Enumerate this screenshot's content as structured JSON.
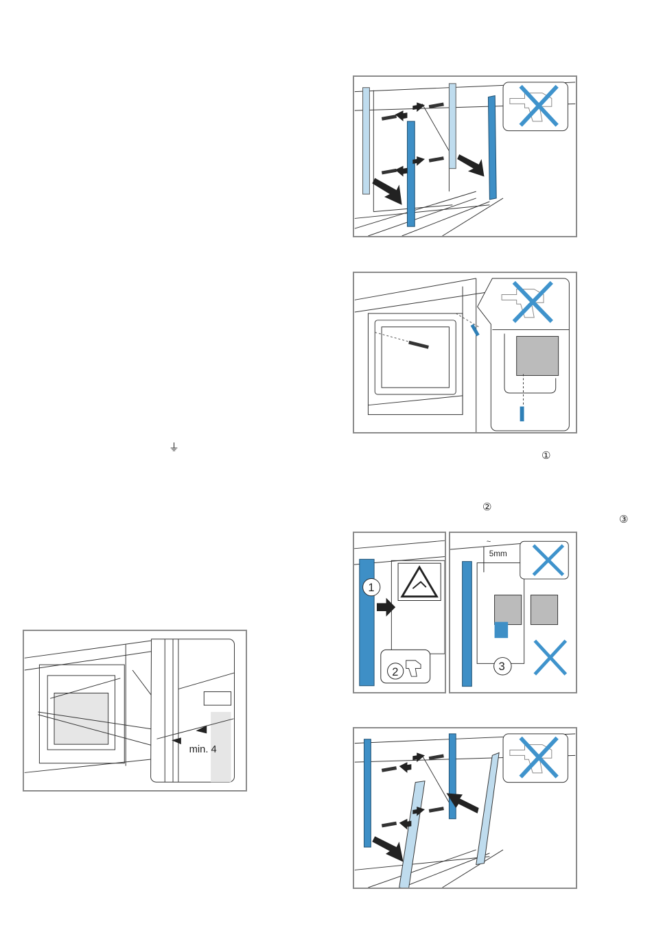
{
  "page": {
    "symbols": {
      "ground": "⏚",
      "c1": "①",
      "c2": "②",
      "c3": "③"
    }
  },
  "figures": {
    "fig_left": {
      "label": "min. 4"
    },
    "fig_mid": {
      "callout1": "1",
      "callout2": "2",
      "callout3": "3",
      "gap_label": "5mm",
      "gap_tilde": "~"
    }
  },
  "icons": {
    "no_drill": "drill-crossed-icon",
    "warning": "hand-injury-warning-icon"
  },
  "colors": {
    "trim_blue": "#3e8fc6",
    "trim_light": "#bfdcee",
    "cross_blue": "#3f93cc",
    "frame_gray": "#8a8a8a",
    "arrow_dark": "#222222"
  }
}
